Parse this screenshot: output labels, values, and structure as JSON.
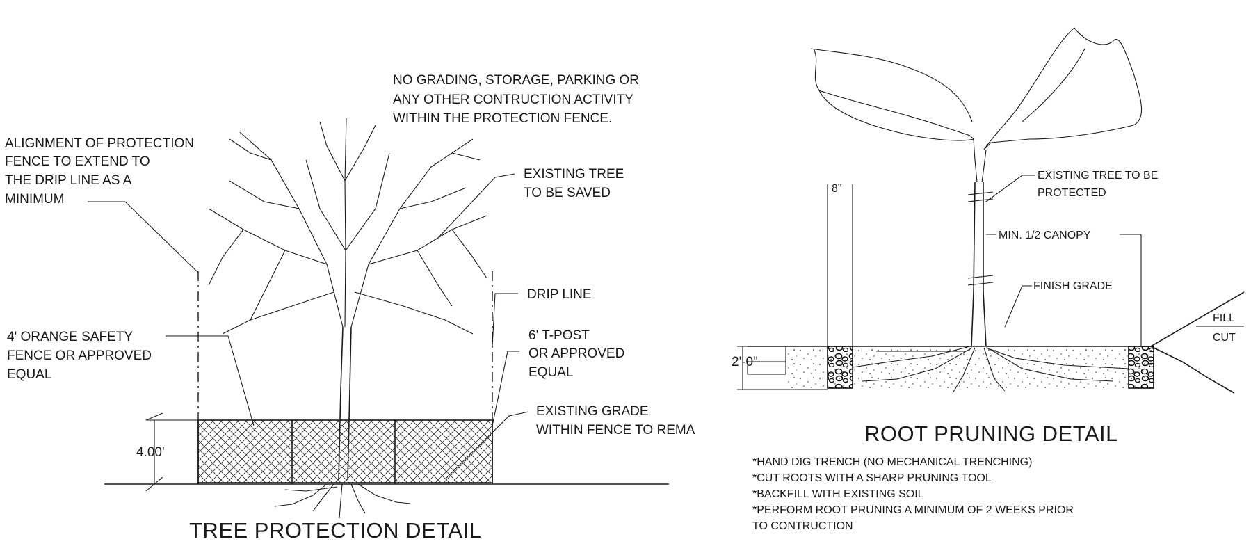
{
  "left_detail": {
    "title": "TREE PROTECTION DETAIL",
    "note_no_grading": [
      "NO GRADING, STORAGE, PARKING OR",
      "ANY OTHER CONTRUCTION ACTIVITY",
      "WITHIN THE PROTECTION FENCE."
    ],
    "note_alignment": [
      "ALIGNMENT OF PROTECTION",
      "FENCE TO EXTEND TO",
      "THE DRIP LINE AS A",
      "MINIMUM"
    ],
    "note_existing_tree": [
      "EXISTING TREE",
      "TO BE SAVED"
    ],
    "note_drip_line": "DRIP LINE",
    "note_orange_fence": [
      "4' ORANGE SAFETY",
      "FENCE OR APPROVED",
      "EQUAL"
    ],
    "note_tpost": [
      "6' T-POST",
      "OR APPROVED",
      "EQUAL"
    ],
    "note_existing_grade": [
      "EXISTING GRADE",
      "WITHIN FENCE TO REMA"
    ],
    "dim_height": "4.00'"
  },
  "right_detail": {
    "title": "ROOT PRUNING DETAIL",
    "note_existing_tree": [
      "EXISTING TREE TO BE",
      "PROTECTED"
    ],
    "dim_width": "8\"",
    "note_canopy": "MIN. 1/2 CANOPY",
    "note_finish_grade": "FINISH GRADE",
    "note_fill": "FILL",
    "note_cut": "CUT",
    "dim_depth": "2'-0\"",
    "notes": [
      "*HAND DIG TRENCH (NO MECHANICAL TRENCHING)",
      "*CUT ROOTS WITH A SHARP PRUNING TOOL",
      "*BACKFILL WITH EXISTING SOIL",
      "*PERFORM ROOT PRUNING A MINIMUM OF 2 WEEKS PRIOR",
      "TO CONTRUCTION"
    ]
  }
}
